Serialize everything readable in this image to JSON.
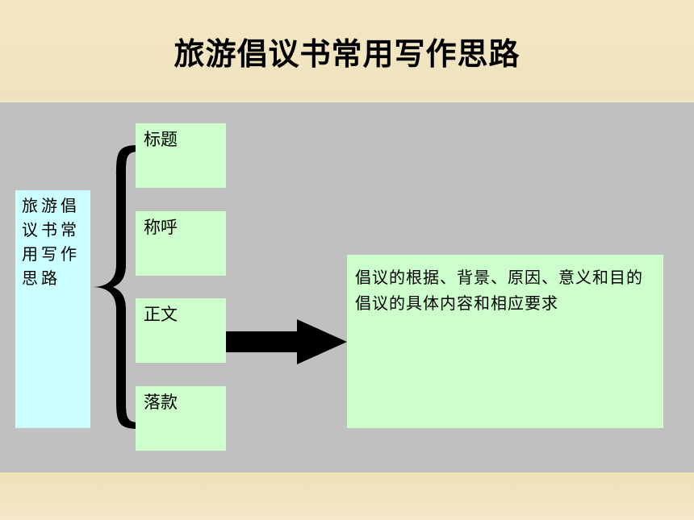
{
  "title": "旅游倡议书常用写作思路",
  "root_label": "旅游倡议书常用写作思路",
  "items": [
    {
      "label": "标题"
    },
    {
      "label": "称呼"
    },
    {
      "label": "正文"
    },
    {
      "label": "落款"
    }
  ],
  "detail": {
    "line1": "倡议的根据、背景、原因、意义和目的",
    "line2": "倡议的具体内容和相应要求"
  },
  "colors": {
    "panel": "#c0c0c0",
    "root_box": "#ccffff",
    "item_box": "#ccffcc",
    "background": "#f2e6c4"
  }
}
